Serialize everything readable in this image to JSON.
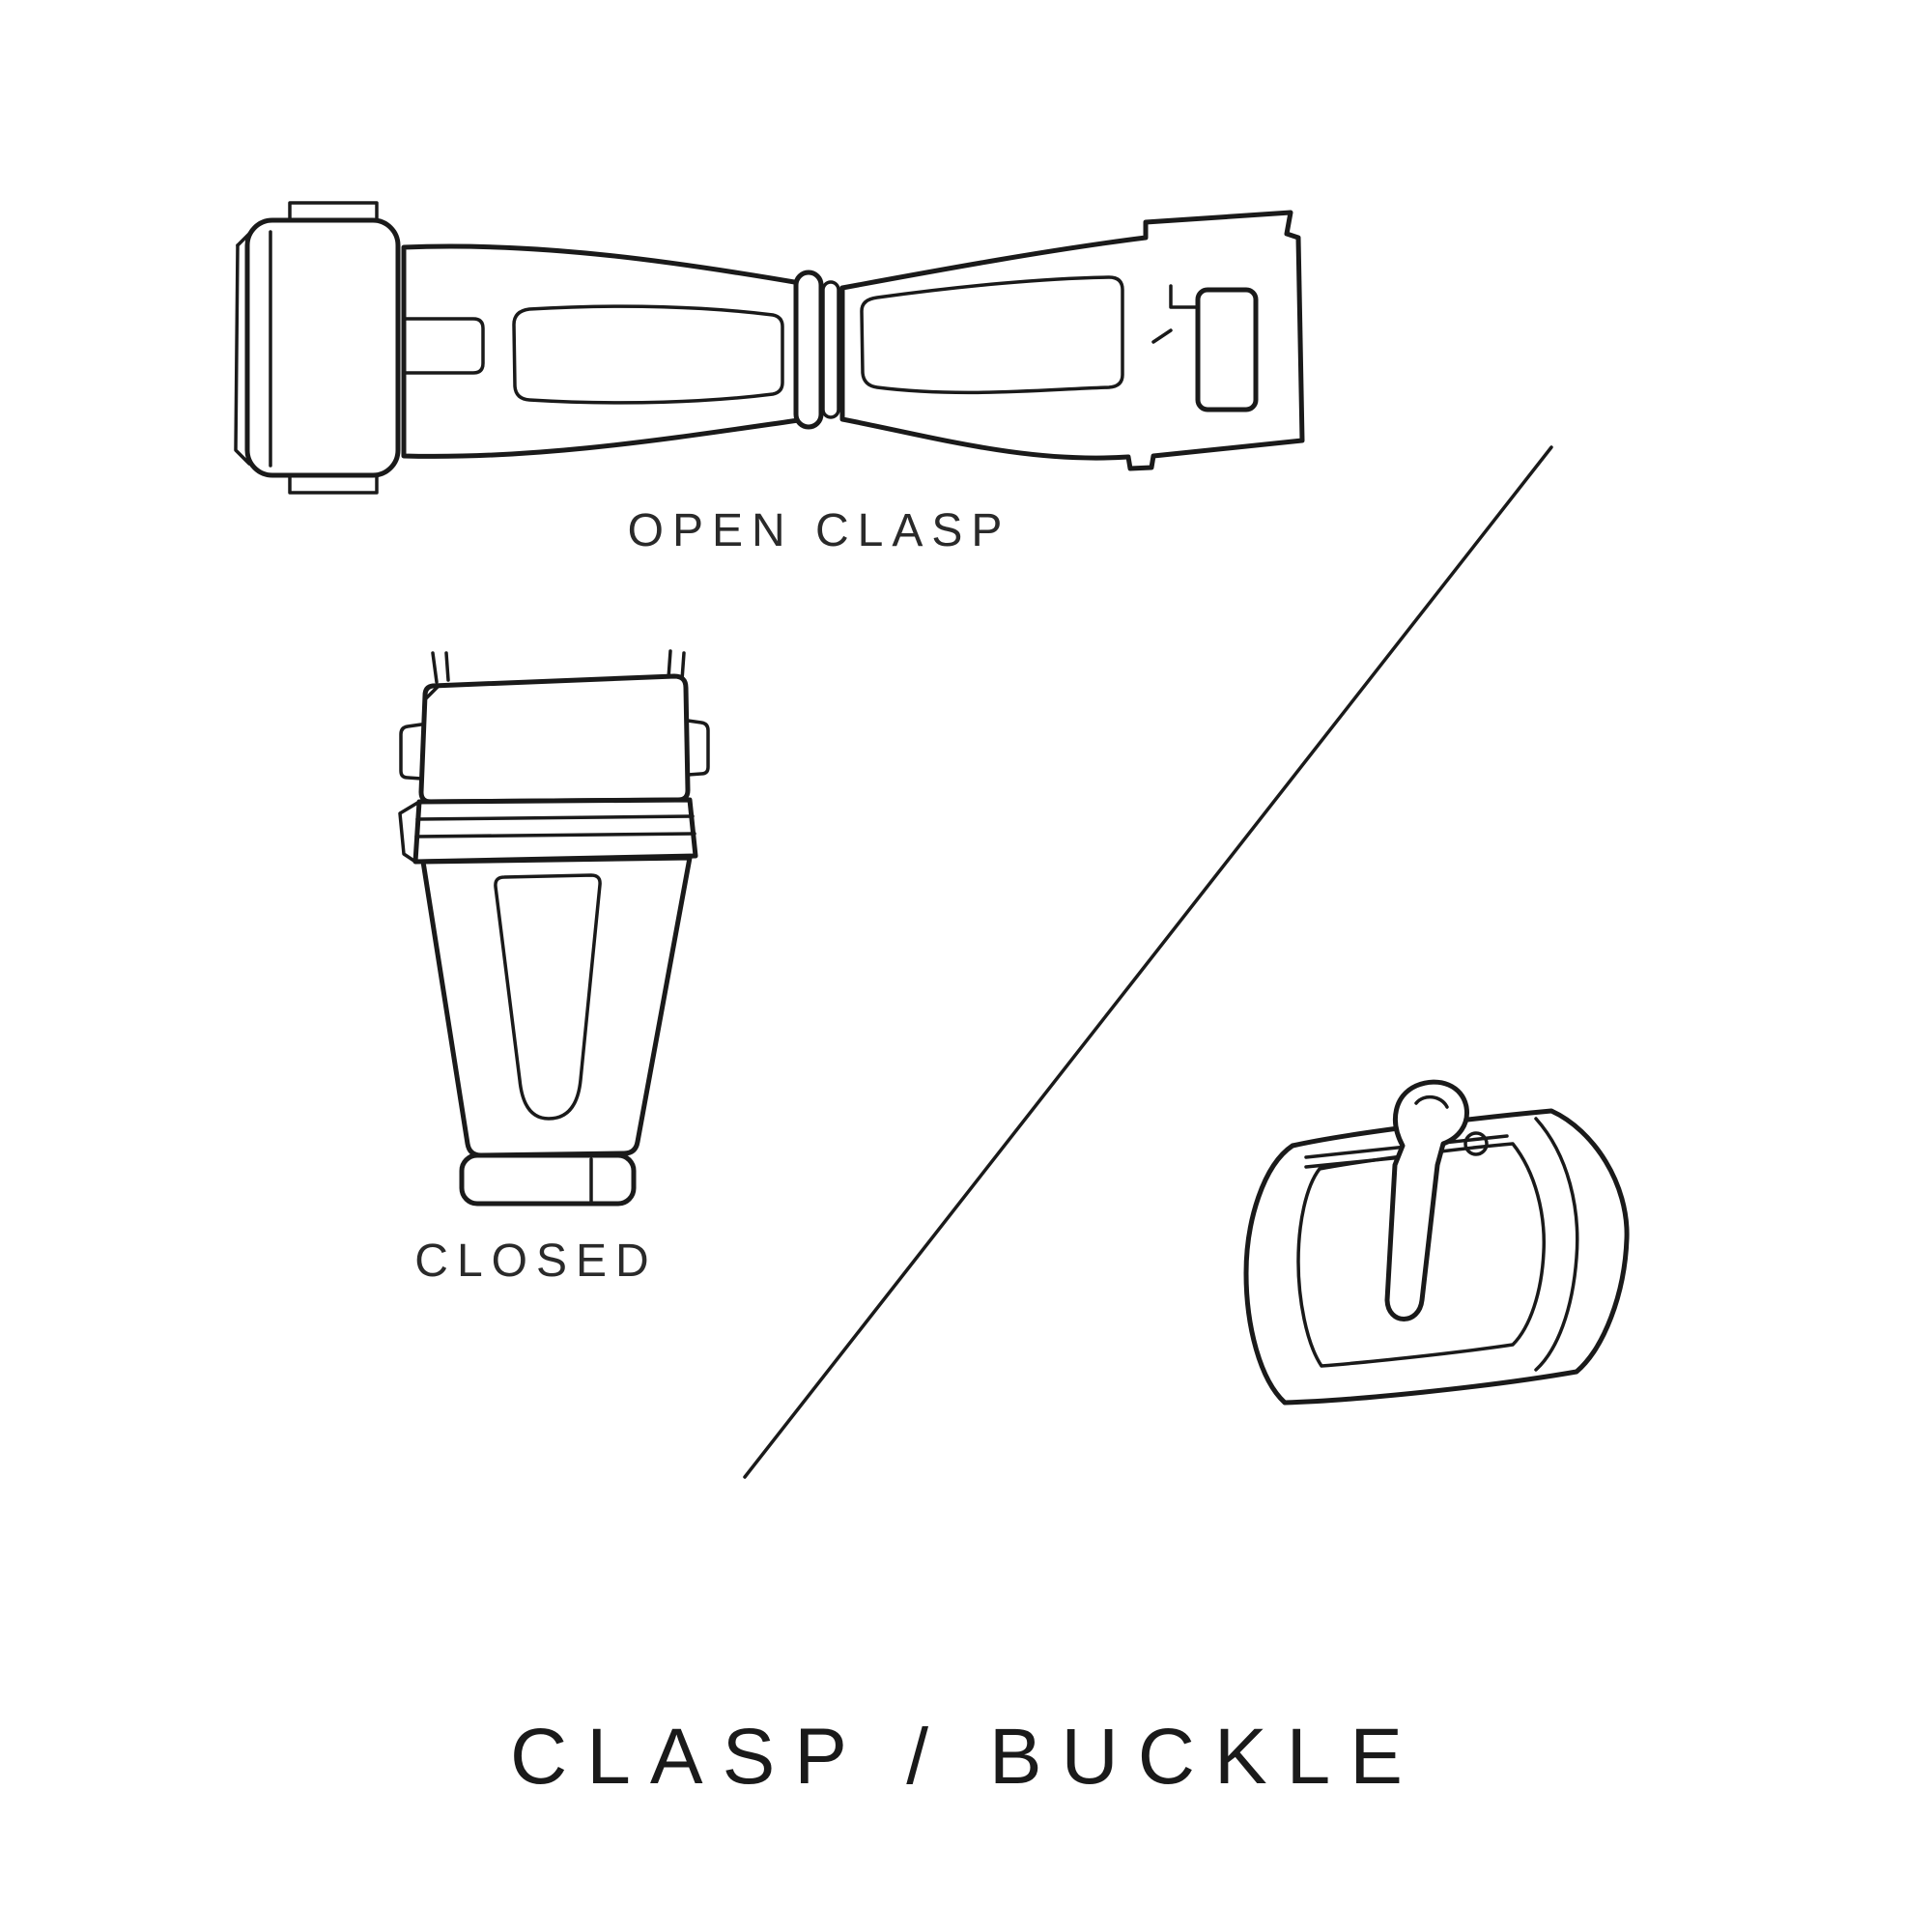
{
  "canvas": {
    "background": "#ffffff",
    "line_color": "#1a1a1a"
  },
  "labels": {
    "open_clasp": "OPEN CLASP",
    "closed": "CLOSED",
    "title": "CLASP / BUCKLE"
  },
  "illustrations": [
    {
      "name": "open-clasp",
      "caption": "OPEN CLASP"
    },
    {
      "name": "closed-clasp",
      "caption": "CLOSED"
    },
    {
      "name": "tang-buckle",
      "caption": ""
    }
  ],
  "divider": {
    "type": "diagonal-line"
  }
}
